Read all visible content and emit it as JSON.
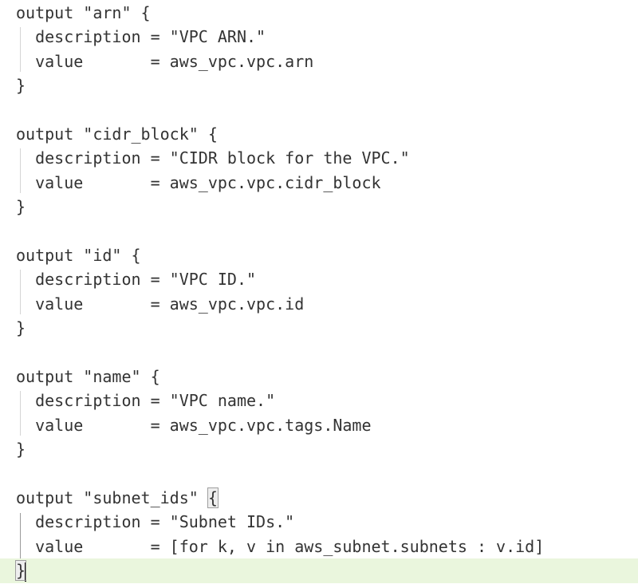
{
  "editor": {
    "lines": [
      "output \"arn\" {",
      "  description = \"VPC ARN.\"",
      "  value       = aws_vpc.vpc.arn",
      "}",
      "",
      "output \"cidr_block\" {",
      "  description = \"CIDR block for the VPC.\"",
      "  value       = aws_vpc.vpc.cidr_block",
      "}",
      "",
      "output \"id\" {",
      "  description = \"VPC ID.\"",
      "  value       = aws_vpc.vpc.id",
      "}",
      "",
      "output \"name\" {",
      "  description = \"VPC name.\"",
      "  value       = aws_vpc.vpc.tags.Name",
      "}",
      "",
      "output \"subnet_ids\" ",
      "  description = \"Subnet IDs.\"",
      "  value       = [for k, v in aws_subnet.subnets : v.id]",
      ""
    ],
    "matched_open_brace": "{",
    "closing_brace": "}"
  }
}
